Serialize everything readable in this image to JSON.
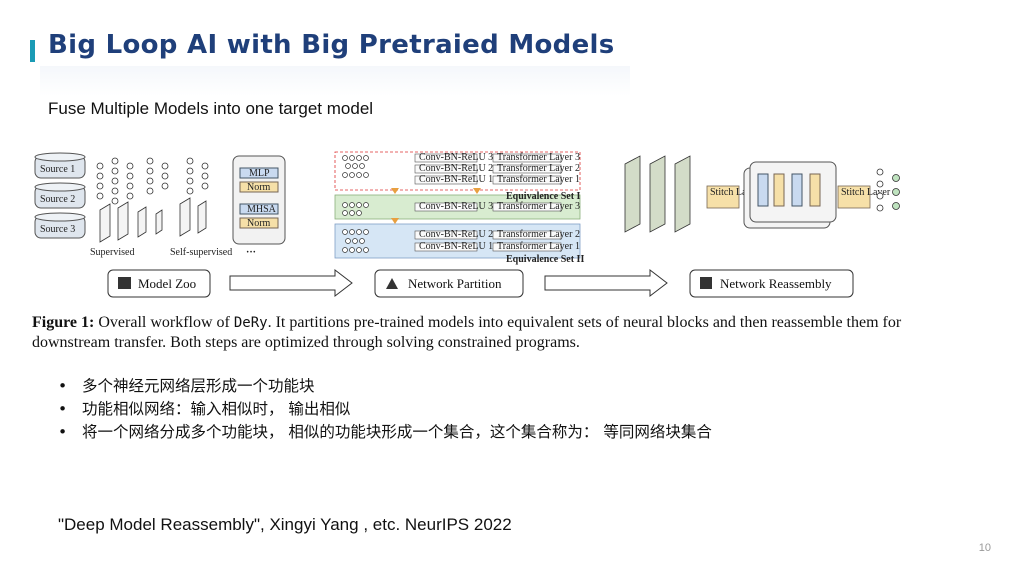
{
  "slide": {
    "title": "Big Loop AI with Big Pretraied Models",
    "subtitle": "Fuse Multiple Models into one target model",
    "page_number": "10",
    "reference": "\"Deep Model Reassembly\", Xingyi Yang , etc. NeurIPS 2022"
  },
  "figure": {
    "sources": [
      "Source 1",
      "Source 2",
      "Source 3"
    ],
    "legend_supervised": "Supervised",
    "legend_self_supervised": "Self-supervised",
    "legend_dots": "···",
    "mlp_blocks": [
      "MLP",
      "Norm",
      "MHSA",
      "Norm"
    ],
    "conv_block_1": "Conv-BN-ReLU 3",
    "conv_block_2": "Conv-BN-ReLU 2",
    "conv_block_3": "Conv-BN-ReLU 1",
    "transformer_block_1": "Transformer Layer 3",
    "transformer_block_2": "Transformer Layer 2",
    "transformer_block_3": "Transformer Layer 1",
    "equivalence_set_1": "Equivalence Set I",
    "equivalence_set_2": "Equivalence Set II",
    "stitch_label_1": "Stitch Layer",
    "stitch_label_2": "Stitch Layer",
    "stage_model_zoo": "Model Zoo",
    "stage_network_partition": "Network Partition",
    "stage_network_reassembly": "Network Reassembly",
    "caption_label": "Figure 1:",
    "caption_pre": " Overall workflow of ",
    "caption_code": "DeRy",
    "caption_post": ". It partitions pre-trained models into equivalent sets of neural blocks and then reassemble them for downstream transfer. Both steps are optimized through solving constrained programs."
  },
  "bullets": [
    "多个神经元网络层形成一个功能块",
    "功能相似网络：输入相似时， 输出相似",
    "将一个网络分成多个功能块， 相似的功能块形成一个集合，这个集合称为： 等同网络块集合"
  ],
  "colors": {
    "title": "#1f3f7a",
    "accent_bar": "#1a9bb5",
    "equiv_green": "#d8ecd0",
    "equiv_blue": "#d6e6f5",
    "arrow_orange": "#e8a040"
  }
}
